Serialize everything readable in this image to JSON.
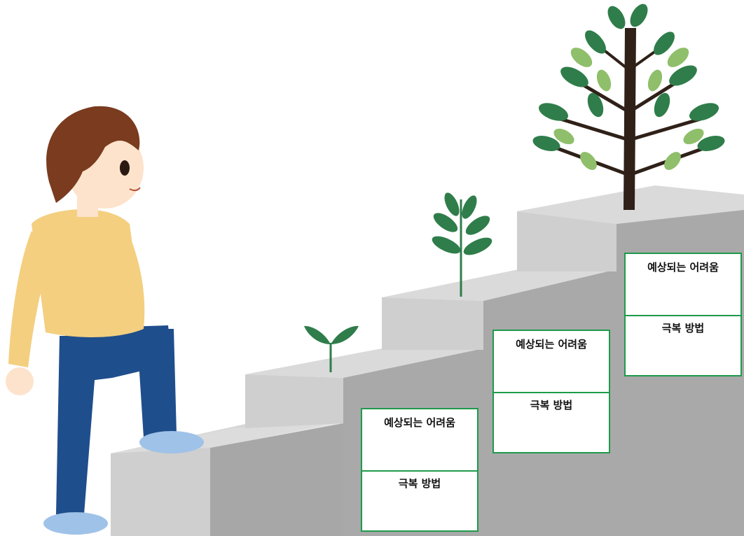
{
  "boxes": [
    {
      "difficulty_label": "예상되는 어려움",
      "solution_label": "극복 방법"
    },
    {
      "difficulty_label": "예상되는 어려움",
      "solution_label": "극복 방법"
    },
    {
      "difficulty_label": "예상되는 어려움",
      "solution_label": "극복 방법"
    }
  ],
  "colors": {
    "box_border": "#1e9a4a",
    "step_top": "#d9d9d9",
    "step_front": "#bdbdbd",
    "step_side": "#a9a9a9",
    "leaf_dark": "#2f7d4a",
    "leaf_light": "#8fbf6a",
    "trunk": "#3a2a1e",
    "shirt": "#f3cf7f",
    "jeans": "#1f4e8c",
    "hair": "#7a3b1e"
  },
  "icons": [
    "boy-figure",
    "sprout-icon",
    "sapling-icon",
    "tree-icon",
    "staircase"
  ]
}
